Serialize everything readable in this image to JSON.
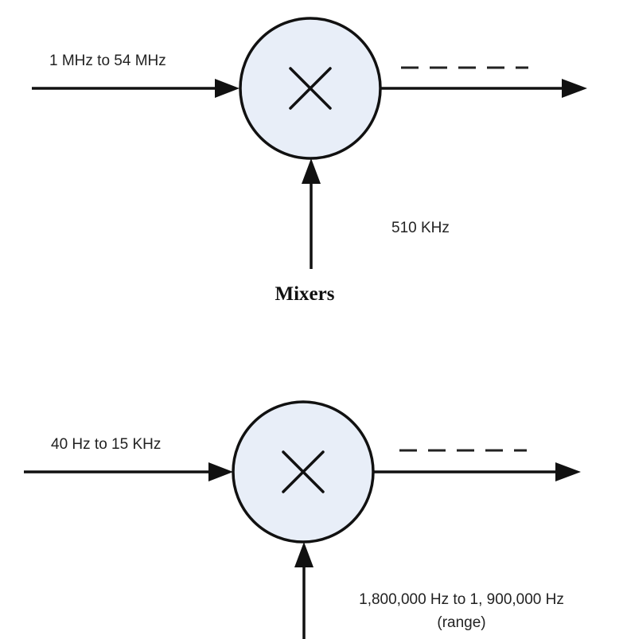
{
  "caption": "Mixers",
  "colors": {
    "mixer_fill": "#e8eef8",
    "line": "#111111"
  },
  "mixers": [
    {
      "input_label": "1 MHz to 54 MHz",
      "oscillator_label_lines": [
        "510 KHz"
      ],
      "symbol": "×"
    },
    {
      "input_label": "40 Hz to 15 KHz",
      "oscillator_label_lines": [
        "1,800,000 Hz to 1, 900,000 Hz",
        "(range)"
      ],
      "symbol": "×"
    }
  ]
}
